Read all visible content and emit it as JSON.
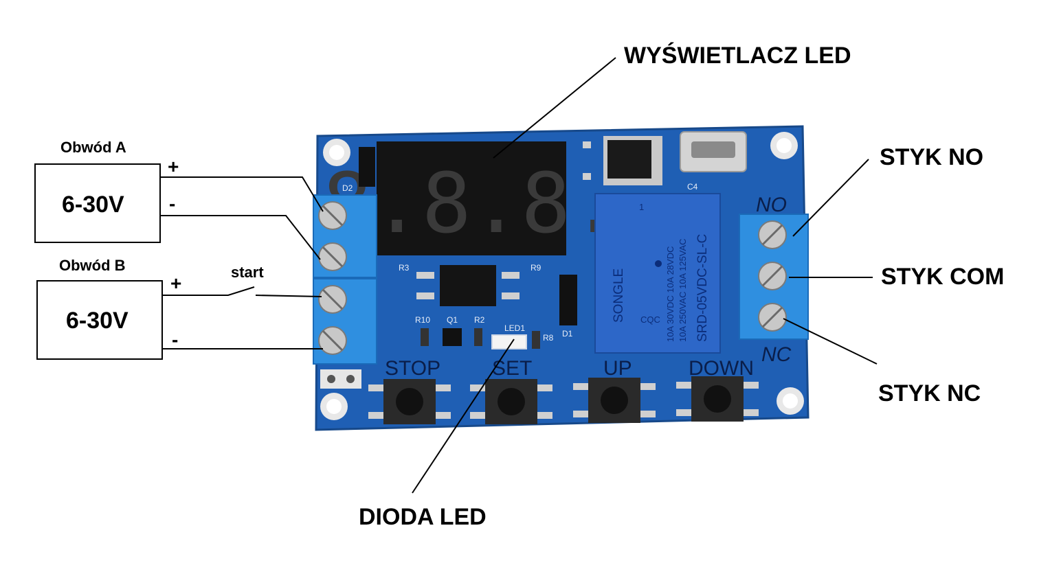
{
  "callouts": {
    "display": "WYŚWIETLACZ LED",
    "led": "DIODA LED",
    "no": "STYK NO",
    "com": "STYK COM",
    "nc": "STYK NC"
  },
  "circuit_a": {
    "title": "Obwód A",
    "voltage": "6-30V",
    "plus": "+",
    "minus": "-"
  },
  "circuit_b": {
    "title": "Obwód B",
    "voltage": "6-30V",
    "plus": "+",
    "minus": "-",
    "switch": "start"
  },
  "buttons": [
    "STOP",
    "SET",
    "UP",
    "DOWN"
  ],
  "terminals": {
    "no": "NO",
    "nc": "NC"
  },
  "display_digits": "8.8.8.",
  "silkscreen": {
    "d2": "D2",
    "r3": "R3",
    "r9": "R9",
    "r10": "R10",
    "q1": "Q1",
    "r2": "R2",
    "led1": "LED1",
    "r8": "R8",
    "d1": "D1",
    "c4": "C4"
  },
  "relay": {
    "brand": "SONGLE",
    "model": "SRD-05VDC-SL-C",
    "ratings_1": "10A 250VAC  10A 125VAC",
    "ratings_2": "10A 30VDC  10A 28VDC",
    "cert": "CQC",
    "pin": "1"
  },
  "colors": {
    "pcb": "#1f5fb4",
    "terminal": "#2f8fe0",
    "display": "#141414",
    "segment": "#3a3a3a"
  }
}
